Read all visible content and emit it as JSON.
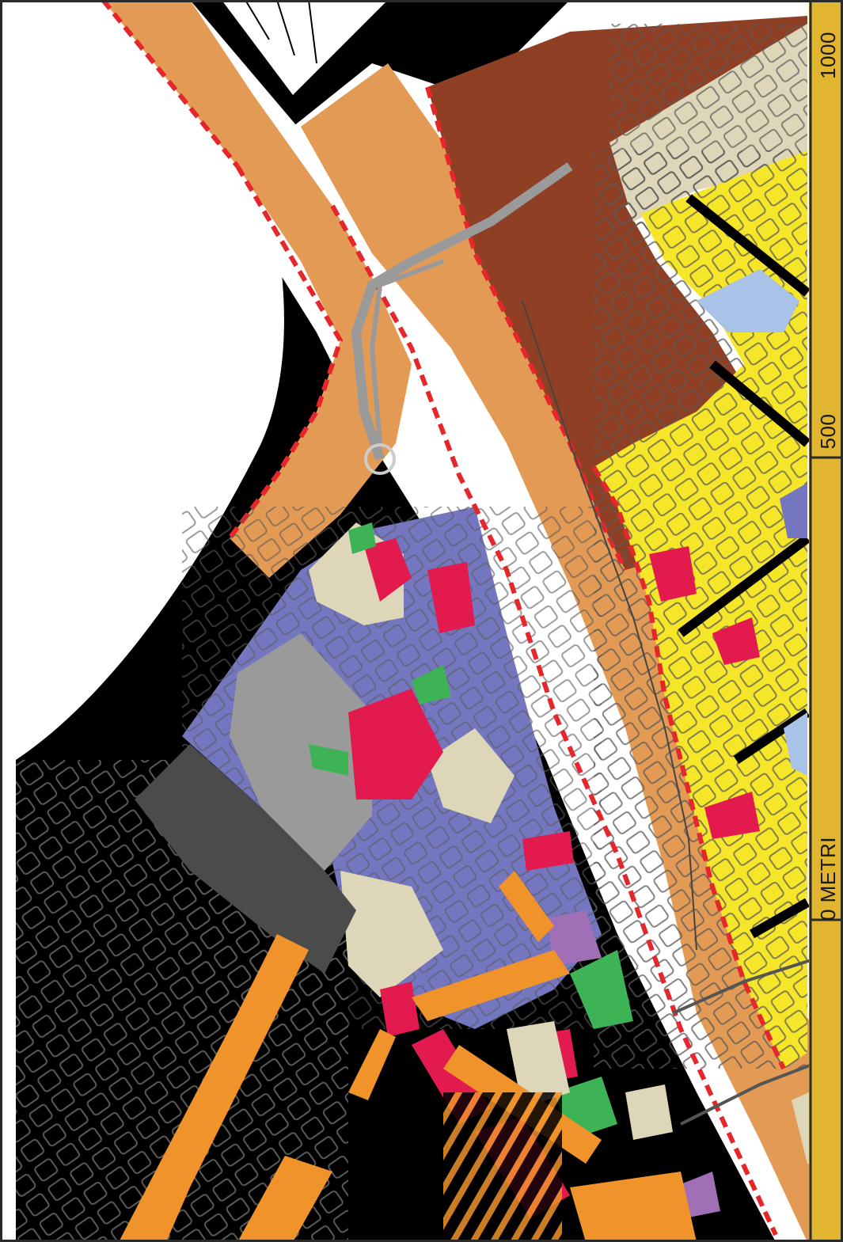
{
  "map": {
    "scale_bar": {
      "labels": [
        "1000",
        "500",
        "0 METRI"
      ],
      "color": "#e2b531"
    },
    "colors": {
      "background": "#ffffff",
      "river": "#ffffff",
      "dark_urban": "#000000",
      "riverbank": "#e39a55",
      "brown_zone": "#8f3f24",
      "yellow_blocks": "#f5e62a",
      "beige_blocks": "#ddd6b9",
      "blue_purple_blocks": "#7477c0",
      "red_magenta_blocks": "#e21a4e",
      "green_areas": "#3eb356",
      "light_blue_areas": "#a9c3e8",
      "gray_areas": "#9a9a9a",
      "dark_gray_areas": "#4b4b4b",
      "orange_paths": "#f0932a",
      "violet_areas": "#a06fb6",
      "boundary_dashes": "#e5262b"
    }
  }
}
